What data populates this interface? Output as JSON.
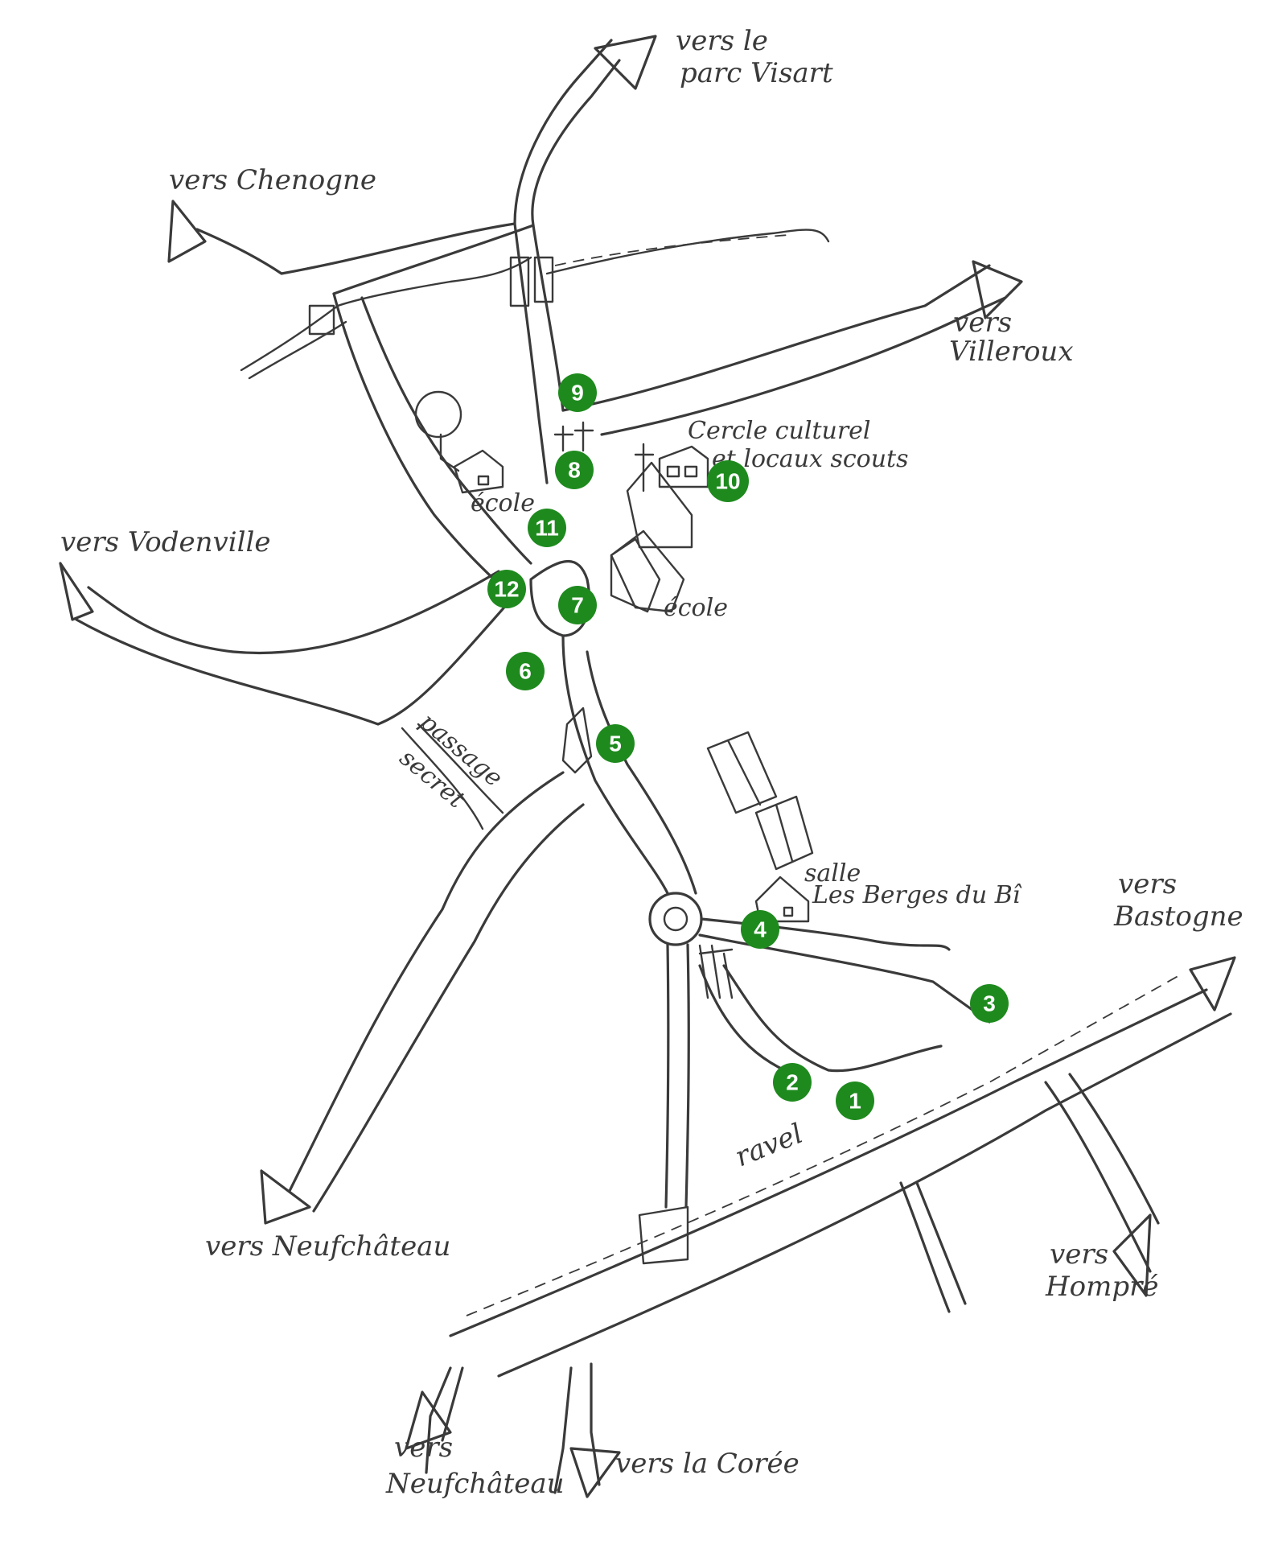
{
  "labels": {
    "parc_visart_1": "vers le",
    "parc_visart_2": "parc Visart",
    "chenogne": "vers Chenogne",
    "villeroux_1": "vers",
    "villeroux_2": "Villeroux",
    "cercle_1": "Cercle culturel",
    "cercle_2": "et locaux scouts",
    "ecole_left": "école",
    "ecole_right": "école",
    "vodenville": "vers Vodenville",
    "passage_1": "passage",
    "passage_2": "secret",
    "salle_1": "salle",
    "salle_2": "Les Berges du Bî",
    "bastogne_1": "vers",
    "bastogne_2": "Bastogne",
    "ravel": "ravel",
    "neufchateau_left": "vers Neufchâteau",
    "hompre_1": "vers",
    "hompre_2": "Hompré",
    "neufchateau_bottom_1": "vers",
    "neufchateau_bottom_2": "Neufchâteau",
    "coree": "vers la Corée"
  },
  "markers": [
    "1",
    "2",
    "3",
    "4",
    "5",
    "6",
    "7",
    "8",
    "9",
    "10",
    "11",
    "12"
  ],
  "colors": {
    "marker": "#1e8a1e",
    "ink": "#3a3a3a",
    "background": "#ffffff"
  }
}
